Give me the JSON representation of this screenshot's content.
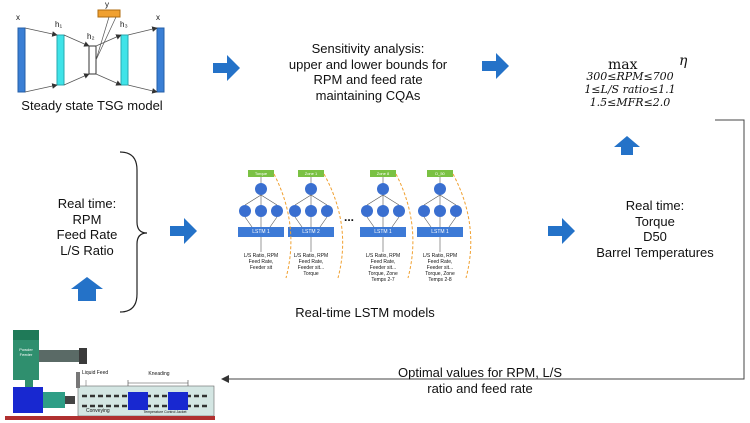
{
  "autoencoder": {
    "caption": "Steady state TSG model",
    "x_left": "x",
    "h1": "h₁",
    "h2": "h₂",
    "y": "y",
    "h3": "h₃",
    "x_right": "x"
  },
  "sensitivity": {
    "line1": "Sensitivity analysis:",
    "line2": "upper and lower bounds for",
    "line3": "RPM and feed rate",
    "line4": "maintaining CQAs"
  },
  "optimization": {
    "max": "max",
    "eta": "η",
    "c1": "300≤RPM≤700",
    "c2": "1≤L/S ratio≤1.1",
    "c3": "1.5≤MFR≤2.0"
  },
  "inputs": {
    "line1": "Real time:",
    "line2": "RPM",
    "line3": "Feed Rate",
    "line4": "L/S Ratio"
  },
  "outputs": {
    "line1": "Real time:",
    "line2": "Torque",
    "line3": "D50",
    "line4": "Barrel Temperatures"
  },
  "lstm": {
    "caption": "Real-time LSTM models",
    "ellipsis": "...",
    "models": [
      {
        "target": "Torque",
        "cell": "LSTM 1",
        "inputs": [
          "L/S Ratio, RPM",
          "Feed Rate,",
          "Feeder sit"
        ]
      },
      {
        "target": "Zone 1",
        "cell": "LSTM 2",
        "inputs": [
          "L/S Ratio, RPM",
          "Feed Rate,",
          "Feeder sit...",
          "Torque"
        ]
      },
      {
        "target": "Zone 8",
        "cell": "LSTM 1",
        "inputs": [
          "L/S Ratio, RPM",
          "Feed Rate,",
          "Feeder sit...",
          "Torque, Zone",
          "Temps 2-7"
        ]
      },
      {
        "target": "D_50",
        "cell": "LSTM 1",
        "inputs": [
          "L/S Ratio, RPM",
          "Feed Rate,",
          "Feeder sit...",
          "Torque, Zone",
          "Temps 2-8"
        ]
      }
    ]
  },
  "optimal": {
    "line1": "Optimal values for RPM, L/S",
    "line2": "ratio and feed rate"
  },
  "extruder": {
    "powder_feeder": [
      "Powder",
      "Feeder"
    ],
    "liquid_feed": "Liquid Feed",
    "kneading": "Kneading",
    "conveying": "Conveying",
    "temp_jacket": "Temperature Control Jacket"
  },
  "colors": {
    "arrow": "#2472c8",
    "layer_blue": "#3a7fd5",
    "layer_cyan": "#3fe3e8",
    "latent_orange": "#f0a030",
    "lstm_box": "#3d7ad6",
    "node": "#3a6fd0",
    "target_green": "#7ac143",
    "dashed_orange": "#f0a030"
  }
}
